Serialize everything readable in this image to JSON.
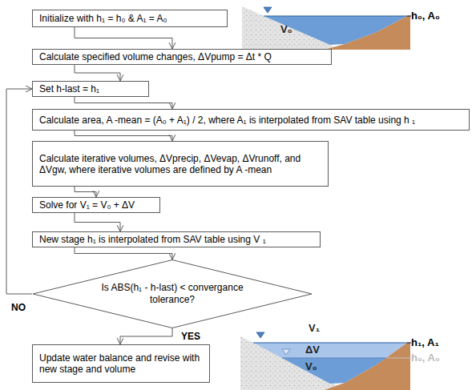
{
  "diagram": {
    "nodes": [
      {
        "text": [
          "Initialize with h₁ = h₀ & A₁ = A₀"
        ]
      },
      {
        "text": [
          "Calculate specified volume changes, ΔVpump = Δt * Q"
        ]
      },
      {
        "text": [
          "Set h-last = h₁"
        ]
      },
      {
        "text": [
          "Calculate area, A -mean = (A₀ + A₁) / 2, where A₁ is interpolated from SAV table using h ₁"
        ]
      },
      {
        "text": [
          "Calculate iterative volumes, ΔVprecip, ΔVevap, ΔVrunoff, and ΔVgw, where iterative volumes are defined by A -mean"
        ]
      },
      {
        "text": [
          "Solve for V₁ = V₀ + ΔV"
        ]
      },
      {
        "text": [
          "New stage h₁ is interpolated from SAV table using V ₁"
        ]
      },
      {
        "text": [
          "Is ABS(h₁ - h-last) < convergance tolerance?"
        ]
      },
      {
        "text": [
          "Update water balance and revise with new stage and volume"
        ]
      }
    ],
    "edges": [
      {
        "from": 0,
        "to": 1,
        "arrow": "to"
      },
      {
        "from": 1,
        "to": 2,
        "arrow": "to"
      },
      {
        "from": 2,
        "to": 3,
        "arrow": "to"
      },
      {
        "from": 3,
        "to": 4,
        "arrow": "to"
      },
      {
        "from": 4,
        "to": 5,
        "arrow": "to"
      },
      {
        "from": 5,
        "to": 6,
        "arrow": "to"
      },
      {
        "from": 6,
        "to": 7,
        "arrow": "to"
      },
      {
        "from": 7,
        "to": 8,
        "label": "YES",
        "arrow": "to"
      },
      {
        "from": 7,
        "to": 2,
        "label": "NO",
        "arrow": "to"
      }
    ],
    "labels": [
      "V₀",
      "h₀, A₀",
      "V₁",
      "ΔV",
      "V₀",
      "h₁, A₁",
      "h₀, A₀"
    ]
  }
}
